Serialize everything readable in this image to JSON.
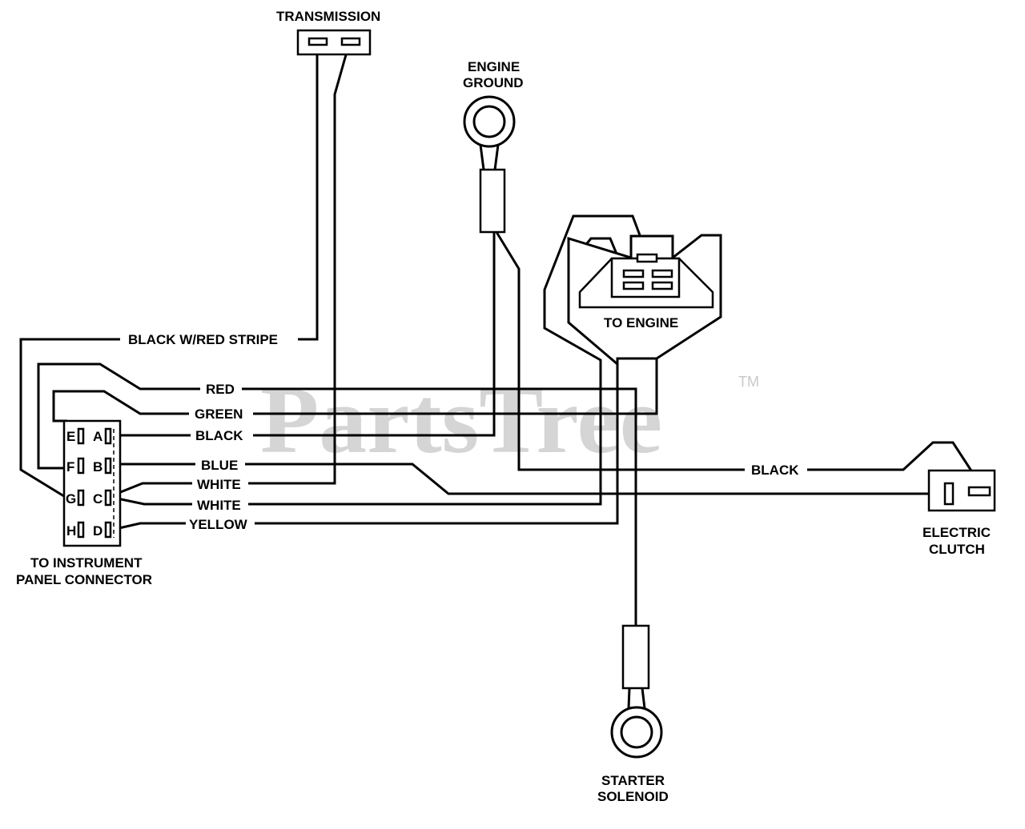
{
  "watermark": {
    "text": "PartsTree",
    "tm": "TM"
  },
  "components": {
    "transmission": "TRANSMISSION",
    "engine_ground_1": "ENGINE",
    "engine_ground_2": "GROUND",
    "to_engine": "TO ENGINE",
    "electric_clutch_1": "ELECTRIC",
    "electric_clutch_2": "CLUTCH",
    "starter_solenoid_1": "STARTER",
    "starter_solenoid_2": "SOLENOID",
    "instrument_panel_1": "TO INSTRUMENT",
    "instrument_panel_2": "PANEL CONNECTOR"
  },
  "wires": {
    "black_red_stripe": "BLACK W/RED STRIPE",
    "red": "RED",
    "green": "GREEN",
    "black_a": "BLACK",
    "blue": "BLUE",
    "white_1": "WHITE",
    "white_2": "WHITE",
    "yellow": "YELLOW",
    "black_clutch": "BLACK"
  },
  "connector_pins": {
    "e": "E",
    "f": "F",
    "g": "G",
    "h": "H",
    "a": "A",
    "b": "B",
    "c": "C",
    "d": "D"
  }
}
